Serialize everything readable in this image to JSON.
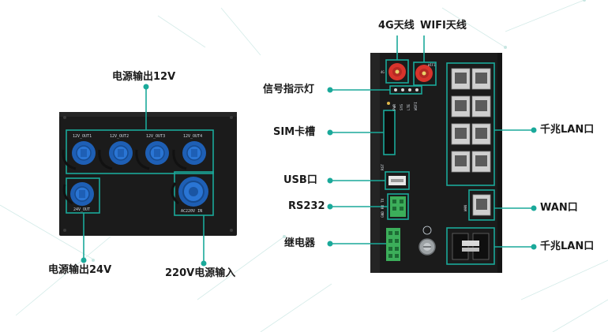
{
  "labels": {
    "out12v": "电源输出12V",
    "out24v": "电源输出24V",
    "in220v": "220V电源输入",
    "ant4g": "4G天线",
    "antwifi": "WIFI天线",
    "signal_led": "信号指示灯",
    "sim": "SIM卡槽",
    "usb": "USB口",
    "rs232": "RS232",
    "relay": "继电器",
    "lan_top": "千兆LAN口",
    "wan": "WAN口",
    "lan_bottom": "千兆LAN口"
  },
  "left_device": {
    "port_labels": [
      "12V_OUT1",
      "12V_OUT2",
      "12V_OUT3",
      "12V_OUT4"
    ],
    "port_24v_label": "24V_OUT",
    "port_220v_label": "AC220V IN"
  },
  "right_device": {
    "ant4g_tag": "4G",
    "antwifi_tag": "WIFI",
    "led_labels": [
      "PWR",
      "SYS",
      "LTE",
      "WIFI"
    ],
    "rst_label": "RST",
    "rs232_pins": "GND RX TX",
    "wan_tag": "WAN"
  },
  "colors": {
    "accent": "#1aa99a",
    "device": "#1b1b1b",
    "port_blue": "#1e5fb5",
    "antenna": "#d8342c"
  }
}
